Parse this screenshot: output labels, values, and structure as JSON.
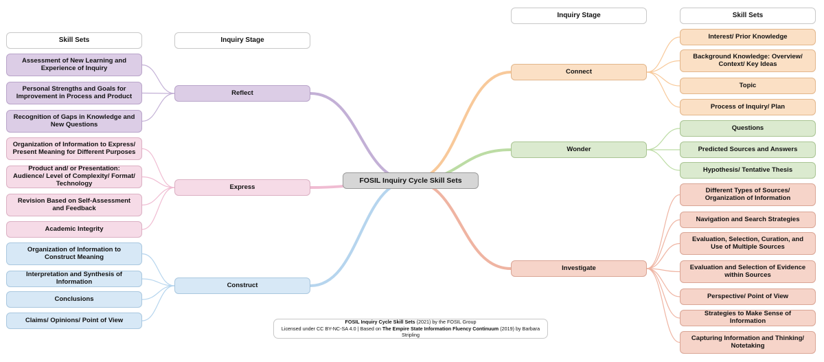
{
  "headers": {
    "left_skills": "Skill Sets",
    "left_stage": "Inquiry Stage",
    "right_stage": "Inquiry Stage",
    "right_skills": "Skill Sets"
  },
  "center": "FOSIL Inquiry Cycle Skill Sets",
  "stages": {
    "reflect": "Reflect",
    "express": "Express",
    "construct": "Construct",
    "connect": "Connect",
    "wonder": "Wonder",
    "investigate": "Investigate"
  },
  "skills": {
    "reflect": [
      "Assessment of New Learning and Experience of Inquiry",
      "Personal Strengths and Goals for Improvement in Process and Product",
      "Recognition of Gaps in Knowledge and New Questions"
    ],
    "express": [
      "Organization of Information to Express/ Present Meaning for Different Purposes",
      "Product and/ or Presentation: Audience/ Level of Complexity/ Format/ Technology",
      "Revision Based on Self-Assessment and Feedback",
      "Academic Integrity"
    ],
    "construct": [
      "Organization of Information to Construct Meaning",
      "Interpretation and Synthesis of Information",
      "Conclusions",
      "Claims/ Opinions/ Point of View"
    ],
    "connect": [
      "Interest/ Prior Knowledge",
      "Background Knowledge: Overview/ Context/ Key Ideas",
      "Topic",
      "Process of Inquiry/ Plan"
    ],
    "wonder": [
      "Questions",
      "Predicted Sources and Answers",
      "Hypothesis/ Tentative Thesis"
    ],
    "investigate": [
      "Different Types of Sources/ Organization of Information",
      "Navigation and Search Strategies",
      "Evaluation, Selection, Curation, and Use of Multiple Sources",
      "Evaluation and Selection of Evidence within Sources",
      "Perspective/ Point of View",
      "Strategies to Make Sense of Information",
      "Capturing Information and Thinking/ Notetaking"
    ]
  },
  "credit": {
    "line1_title": "FOSIL Inquiry Cycle Skill Sets",
    "line1_rest": " (2021) by the FOSIL Group",
    "line2_pre": "Licensed under CC BY-NC-SA 4.0 | Based on ",
    "line2_title": "The Empire State Information Fluency Continuum",
    "line2_rest": " (2019) by Barbara Stripling"
  },
  "colors": {
    "reflect": "#c3b0d6",
    "express": "#f0bcd2",
    "construct": "#b6d5ee",
    "connect": "#f8c99a",
    "wonder": "#bcdca4",
    "investigate": "#efb4a2"
  }
}
